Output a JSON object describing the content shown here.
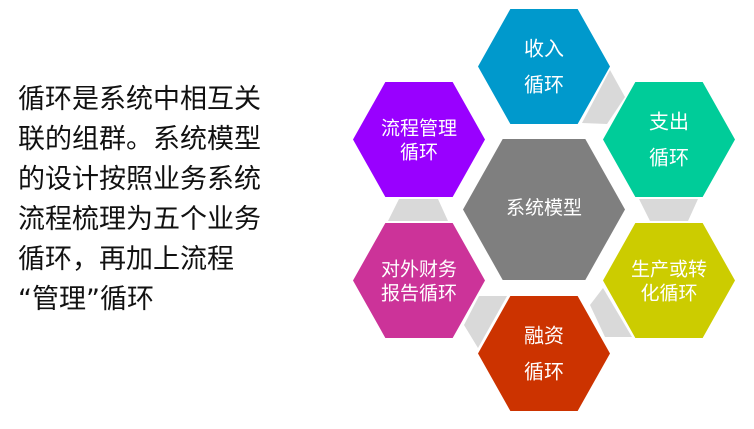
{
  "description_lines": [
    "循环是系统中相互关",
    "联的组群。系统模型",
    "的设计按照业务系统",
    "流程梳理为五个业务",
    "循环，再加上流程",
    "“管理”循环"
  ],
  "center": {
    "label": "系统模型",
    "color": "#7f7f7f"
  },
  "cycles": [
    {
      "lines": [
        "收入",
        "循环"
      ],
      "color": "#0099cc"
    },
    {
      "lines": [
        "支出",
        "循环"
      ],
      "color": "#00cc99"
    },
    {
      "lines": [
        "生产或转",
        "化循环"
      ],
      "color": "#cccc00"
    },
    {
      "lines": [
        "融资",
        "循环"
      ],
      "color": "#cc3300"
    },
    {
      "lines": [
        "对外财务",
        "报告循环"
      ],
      "color": "#cc3399"
    },
    {
      "lines": [
        "流程管理",
        "循环"
      ],
      "color": "#9900ff"
    }
  ],
  "connector_color": "#d9d9d9"
}
